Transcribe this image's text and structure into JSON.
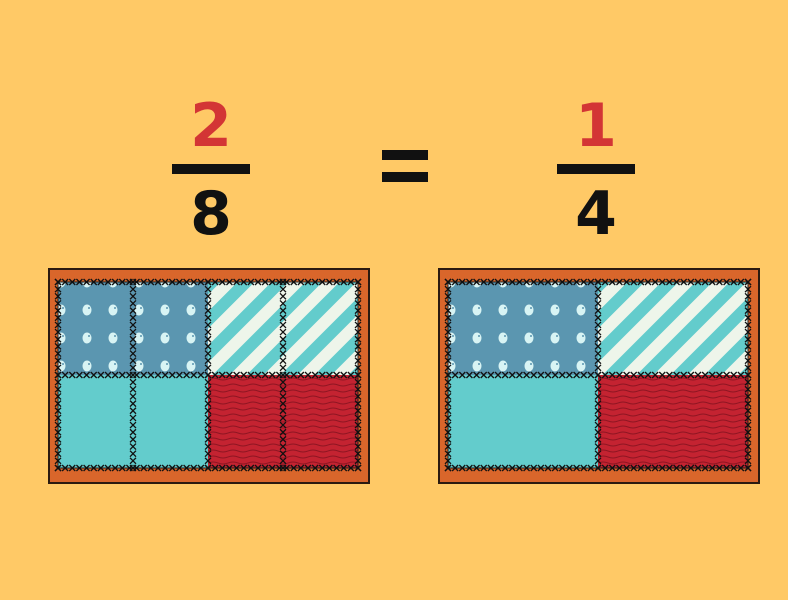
{
  "left_fraction": {
    "numerator": "2",
    "denominator": "8"
  },
  "equals_sign": "=",
  "right_fraction": {
    "numerator": "1",
    "denominator": "4"
  },
  "colors": {
    "background": "#FFC966",
    "numerator": "#D33535",
    "denominator": "#111111",
    "quilt_border": "#D9662B",
    "blue_print": "#5B96B0",
    "teal": "#63CCCC",
    "red": "#C42331",
    "stripe_light": "#EEF5EA"
  },
  "left_quilt": {
    "rows": 2,
    "cols": 4,
    "patches": [
      "blue-print",
      "blue-print",
      "stripes",
      "stripes",
      "teal",
      "teal",
      "red",
      "red"
    ]
  },
  "right_quilt": {
    "rows": 2,
    "cols": 2,
    "patches": [
      "blue-print",
      "stripes",
      "teal",
      "red"
    ]
  }
}
